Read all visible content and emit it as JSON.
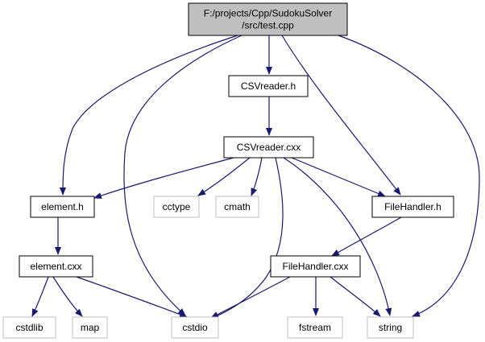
{
  "graph": {
    "nodes": [
      {
        "id": "test",
        "lines": [
          "F:/projects/Cpp/SudokuSolver",
          "/src/test.cpp"
        ],
        "style": "root"
      },
      {
        "id": "csvreader_h",
        "lines": [
          "CSVreader.h"
        ],
        "style": "normal"
      },
      {
        "id": "csvreader_cxx",
        "lines": [
          "CSVreader.cxx"
        ],
        "style": "normal"
      },
      {
        "id": "element_h",
        "lines": [
          "element.h"
        ],
        "style": "normal"
      },
      {
        "id": "cctype",
        "lines": [
          "cctype"
        ],
        "style": "system"
      },
      {
        "id": "cmath",
        "lines": [
          "cmath"
        ],
        "style": "system"
      },
      {
        "id": "filehandler_h",
        "lines": [
          "FileHandler.h"
        ],
        "style": "normal"
      },
      {
        "id": "element_cxx",
        "lines": [
          "element.cxx"
        ],
        "style": "normal"
      },
      {
        "id": "filehandler_cxx",
        "lines": [
          "FileHandler.cxx"
        ],
        "style": "normal"
      },
      {
        "id": "cstdlib",
        "lines": [
          "cstdlib"
        ],
        "style": "system"
      },
      {
        "id": "map",
        "lines": [
          "map"
        ],
        "style": "system"
      },
      {
        "id": "cstdio",
        "lines": [
          "cstdio"
        ],
        "style": "system"
      },
      {
        "id": "fstream",
        "lines": [
          "fstream"
        ],
        "style": "system"
      },
      {
        "id": "string",
        "lines": [
          "string"
        ],
        "style": "system"
      }
    ],
    "edges": [
      [
        "test",
        "csvreader_h"
      ],
      [
        "test",
        "element_h"
      ],
      [
        "test",
        "cstdio"
      ],
      [
        "test",
        "filehandler_h"
      ],
      [
        "test",
        "string"
      ],
      [
        "csvreader_h",
        "csvreader_cxx"
      ],
      [
        "csvreader_cxx",
        "element_h"
      ],
      [
        "csvreader_cxx",
        "cctype"
      ],
      [
        "csvreader_cxx",
        "cmath"
      ],
      [
        "csvreader_cxx",
        "filehandler_h"
      ],
      [
        "csvreader_cxx",
        "cstdio"
      ],
      [
        "csvreader_cxx",
        "string"
      ],
      [
        "element_h",
        "element_cxx"
      ],
      [
        "element_cxx",
        "cstdlib"
      ],
      [
        "element_cxx",
        "map"
      ],
      [
        "element_cxx",
        "cstdio"
      ],
      [
        "filehandler_h",
        "filehandler_cxx"
      ],
      [
        "filehandler_cxx",
        "cstdio"
      ],
      [
        "filehandler_cxx",
        "fstream"
      ],
      [
        "filehandler_cxx",
        "string"
      ]
    ],
    "colors": {
      "edge": "#191970",
      "root_fill": "#bfbfbf",
      "normal_border": "#000000",
      "system_border": "#bfbfbf",
      "text": "#000000"
    }
  }
}
